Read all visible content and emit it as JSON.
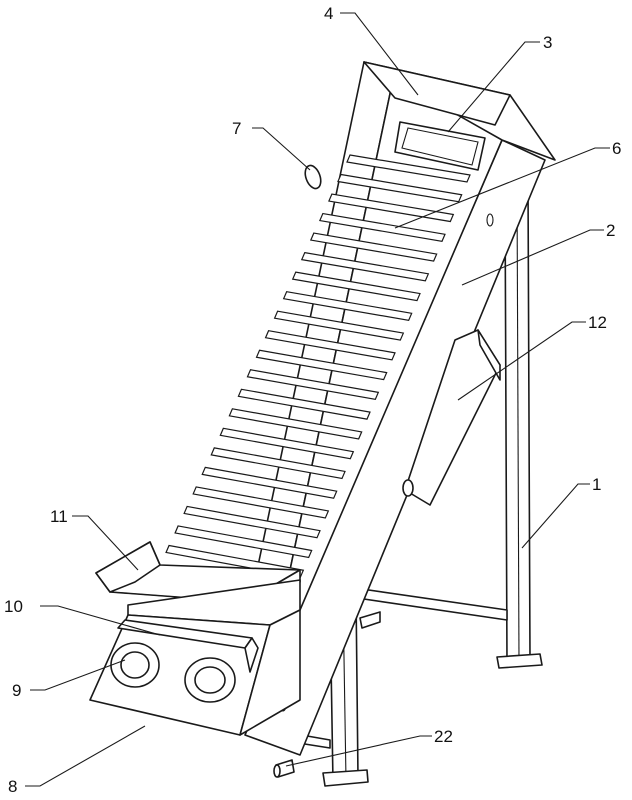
{
  "labels": {
    "l1": "1",
    "l2": "2",
    "l3": "3",
    "l4": "4",
    "l6": "6",
    "l7": "7",
    "l8": "8",
    "l9": "9",
    "l10": "10",
    "l11": "11",
    "l12": "12",
    "l22": "22"
  },
  "conveyor": {
    "slat_count": 22
  }
}
